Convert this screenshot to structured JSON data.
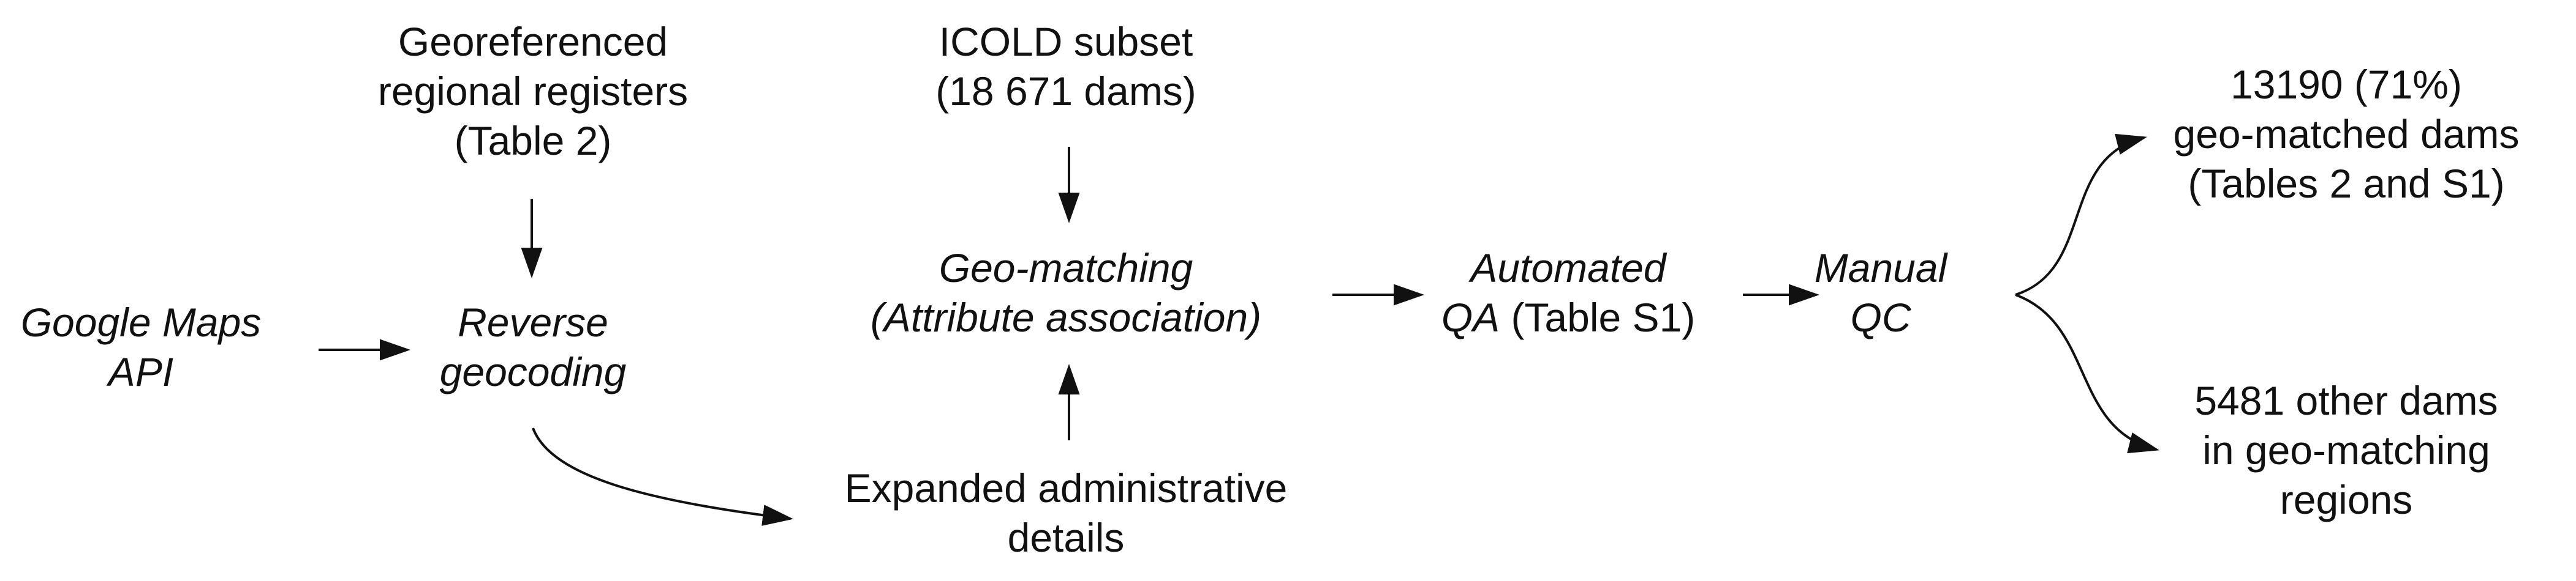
{
  "diagram": {
    "nodes": {
      "regional_registers": {
        "lines": [
          "Georeferenced",
          "regional registers",
          "(Table 2)"
        ]
      },
      "icold_subset": {
        "lines": [
          "ICOLD subset",
          "(18 671 dams)"
        ]
      },
      "google_maps": {
        "lines": [
          "Google Maps",
          "API"
        ]
      },
      "reverse_geocoding": {
        "lines": [
          "Reverse",
          "geocoding"
        ]
      },
      "geo_matching": {
        "lines": [
          "Geo-matching",
          "(Attribute association)"
        ]
      },
      "automated_qa": {
        "line1": "Automated",
        "line2_italic": "QA",
        "line2_rest": " (Table S1)"
      },
      "manual_qc": {
        "lines": [
          "Manual",
          "QC"
        ]
      },
      "expanded_details": {
        "lines": [
          "Expanded administrative",
          "details"
        ]
      },
      "matched_dams": {
        "lines": [
          "13190 (71%)",
          "geo-matched dams",
          "(Tables 2 and S1)"
        ]
      },
      "other_dams": {
        "lines": [
          "5481 other dams",
          "in geo-matching",
          "regions"
        ]
      }
    },
    "colors": {
      "text": "#111111",
      "arrow": "#111111",
      "background": "#ffffff"
    }
  }
}
